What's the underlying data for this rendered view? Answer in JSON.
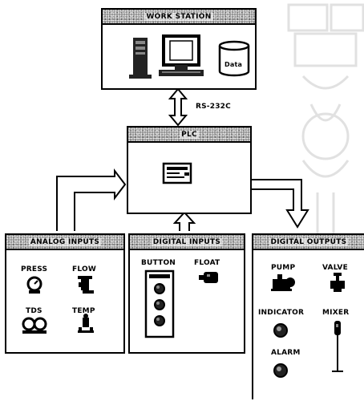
{
  "workstation": {
    "title": "WORK STATION",
    "data_label": "Data"
  },
  "link_label": "RS-232C",
  "plc": {
    "title": "PLC"
  },
  "analog": {
    "title": "ANALOG INPUTS",
    "items": [
      "PRESS",
      "FLOW",
      "TDS",
      "TEMP"
    ]
  },
  "digital_in": {
    "title": "DIGITAL INPUTS",
    "items": [
      "BUTTON",
      "FLOAT"
    ]
  },
  "digital_out": {
    "title": "DIGITAL OUTPUTS",
    "items": [
      "PUMP",
      "VALVE",
      "INDICATOR",
      "MIXER",
      "ALARM"
    ]
  }
}
